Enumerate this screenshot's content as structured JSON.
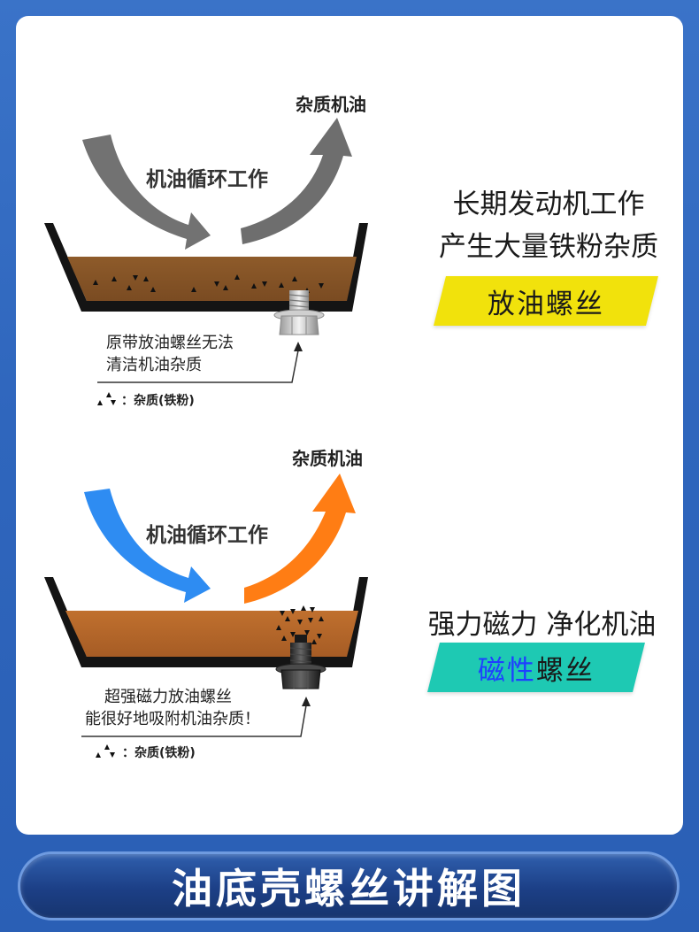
{
  "top": {
    "out_label": "杂质机油",
    "flow_label": "机油循环工作",
    "note_line1": "原带放油螺丝无法",
    "note_line2": "清洁机油杂质",
    "legend_label": "：杂质(铁粉)",
    "side_line1": "长期发动机工作",
    "side_line2": "产生大量铁粉杂质",
    "banner_text": "放油螺丝",
    "colors": {
      "arrow_in": "#707070",
      "arrow_out": "#6f6f6f",
      "oil": "#8a5a2b",
      "banner": "#f1e20c"
    }
  },
  "bottom": {
    "out_label": "杂质机油",
    "flow_label": "机油循环工作",
    "note_line1": "超强磁力放油螺丝",
    "note_line2": "能很好地吸附机油杂质！",
    "legend_label": "：杂质(铁粉)",
    "side_line1": "强力磁力 净化机油",
    "banner_part1": "磁性",
    "banner_part2": "螺丝",
    "colors": {
      "arrow_in": "#2f8bf0",
      "arrow_out": "#ff7a12",
      "oil": "#b86a2c",
      "banner": "#1ec9b3",
      "banner_text1": "#1f3fff"
    }
  },
  "footer": {
    "title": "油底壳螺丝讲解图"
  }
}
